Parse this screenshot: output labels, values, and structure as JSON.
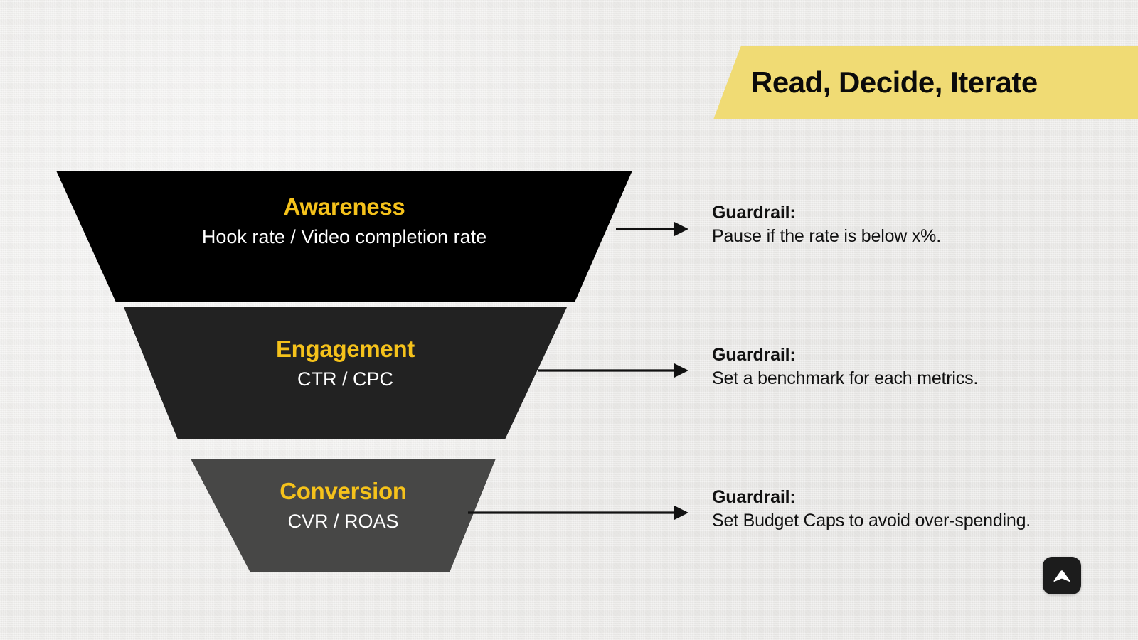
{
  "banner": {
    "title": "Read, Decide, Iterate",
    "color": "#f0db74",
    "text_color": "#0b0b0b"
  },
  "funnel": {
    "accent_color": "#f5c21b",
    "stages": [
      {
        "name": "Awareness",
        "metrics": "Hook rate / Video completion rate",
        "fill": "#000000"
      },
      {
        "name": "Engagement",
        "metrics": "CTR / CPC",
        "fill": "#222222"
      },
      {
        "name": "Conversion",
        "metrics": "CVR / ROAS",
        "fill": "#474746"
      }
    ]
  },
  "notes": [
    {
      "heading": "Guardrail:",
      "body": "Pause if the rate is below x%."
    },
    {
      "heading": "Guardrail:",
      "body": "Set a benchmark for each metrics."
    },
    {
      "heading": "Guardrail:",
      "body": "Set Budget Caps to avoid over-spending."
    }
  ],
  "controls": {
    "scroll_top_icon": "caret-up-icon"
  },
  "background": {
    "color": "#edecea"
  }
}
